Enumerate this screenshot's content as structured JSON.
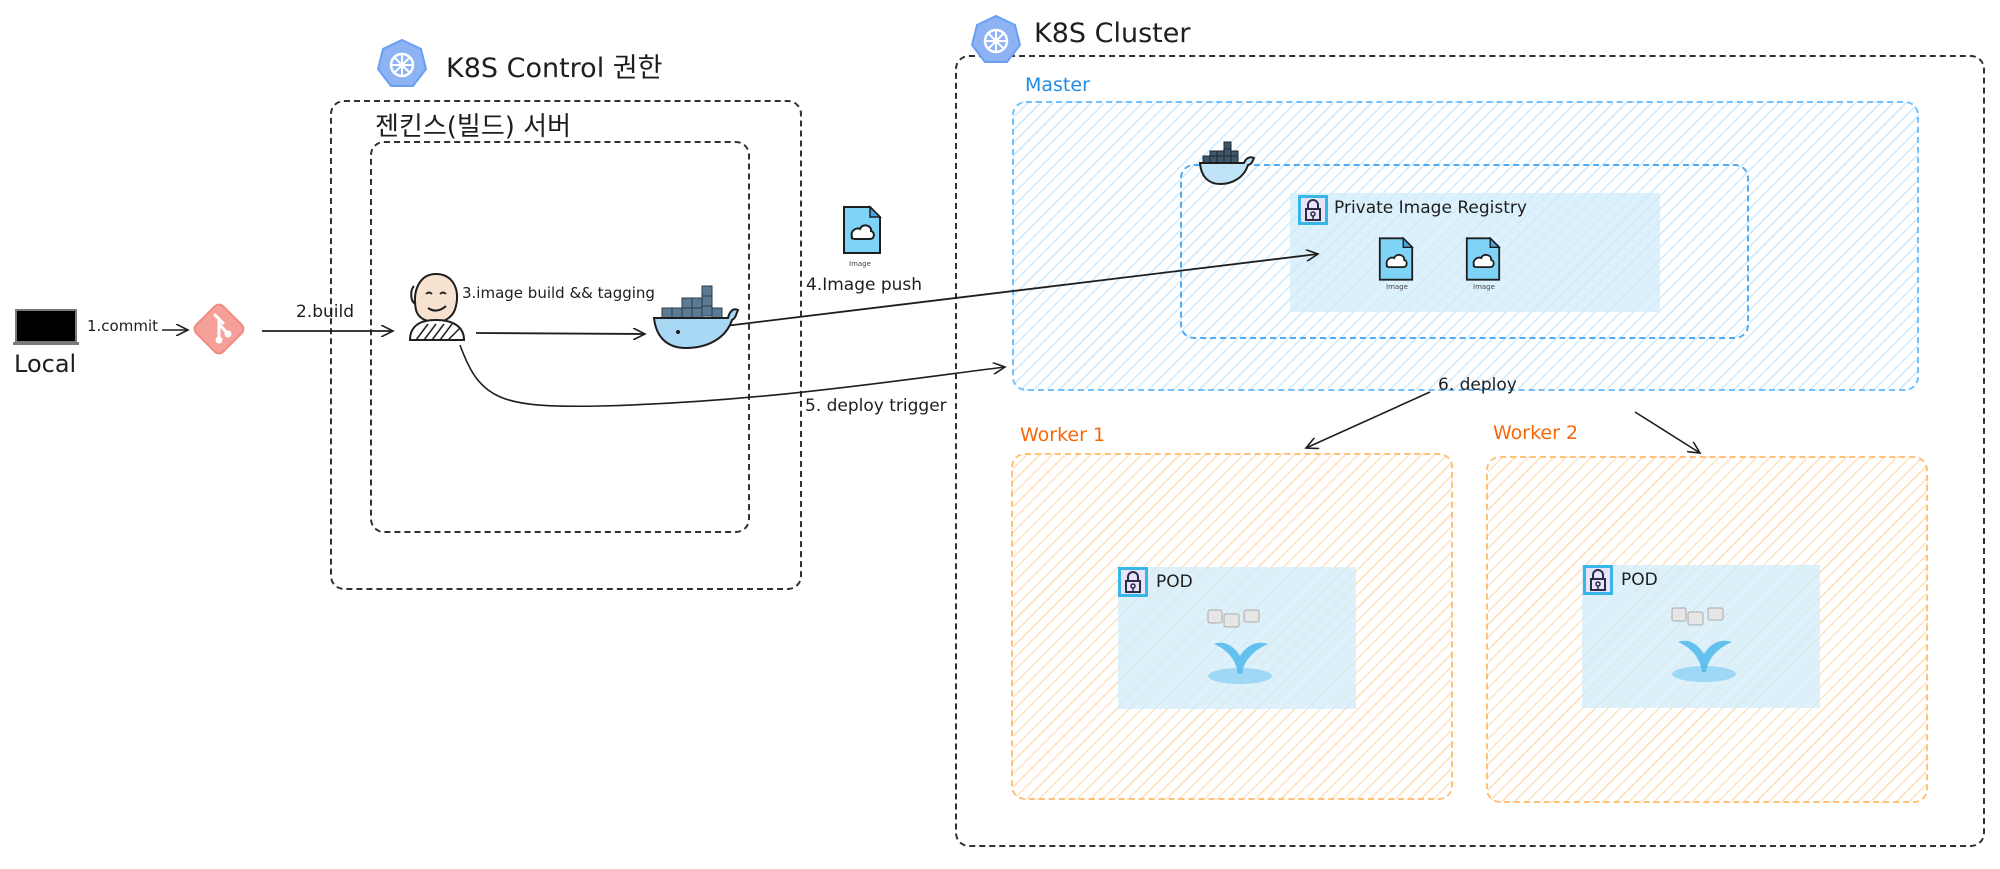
{
  "diagram": {
    "title_control": "K8S Control 권한",
    "title_jenkins_server": "젠킨스(빌드) 서버",
    "title_cluster": "K8S Cluster",
    "local_label": "Local",
    "master_label": "Master",
    "worker1_label": "Worker 1",
    "worker2_label": "Worker 2",
    "registry_label": "Private Image Registry",
    "pod1_label": "POD",
    "pod2_label": "POD",
    "image_caption": "Image",
    "steps": {
      "commit": "1.commit",
      "build": "2.build",
      "image_build": "3.image build && tagging",
      "image_push": "4.Image push",
      "deploy_trigger": "5. deploy trigger",
      "deploy": "6. deploy"
    },
    "colors": {
      "master": "#228be6",
      "worker": "#f76707",
      "kubernetes": "#6b9ff0",
      "git": "#f28b82",
      "docker": "#8fcdf0",
      "image_file": "#7fd3f7"
    },
    "icons": [
      "laptop-icon",
      "git-icon",
      "jenkins-icon",
      "docker-icon",
      "kubernetes-icon",
      "image-file-icon",
      "lock-icon",
      "pod-whale-icon"
    ]
  }
}
